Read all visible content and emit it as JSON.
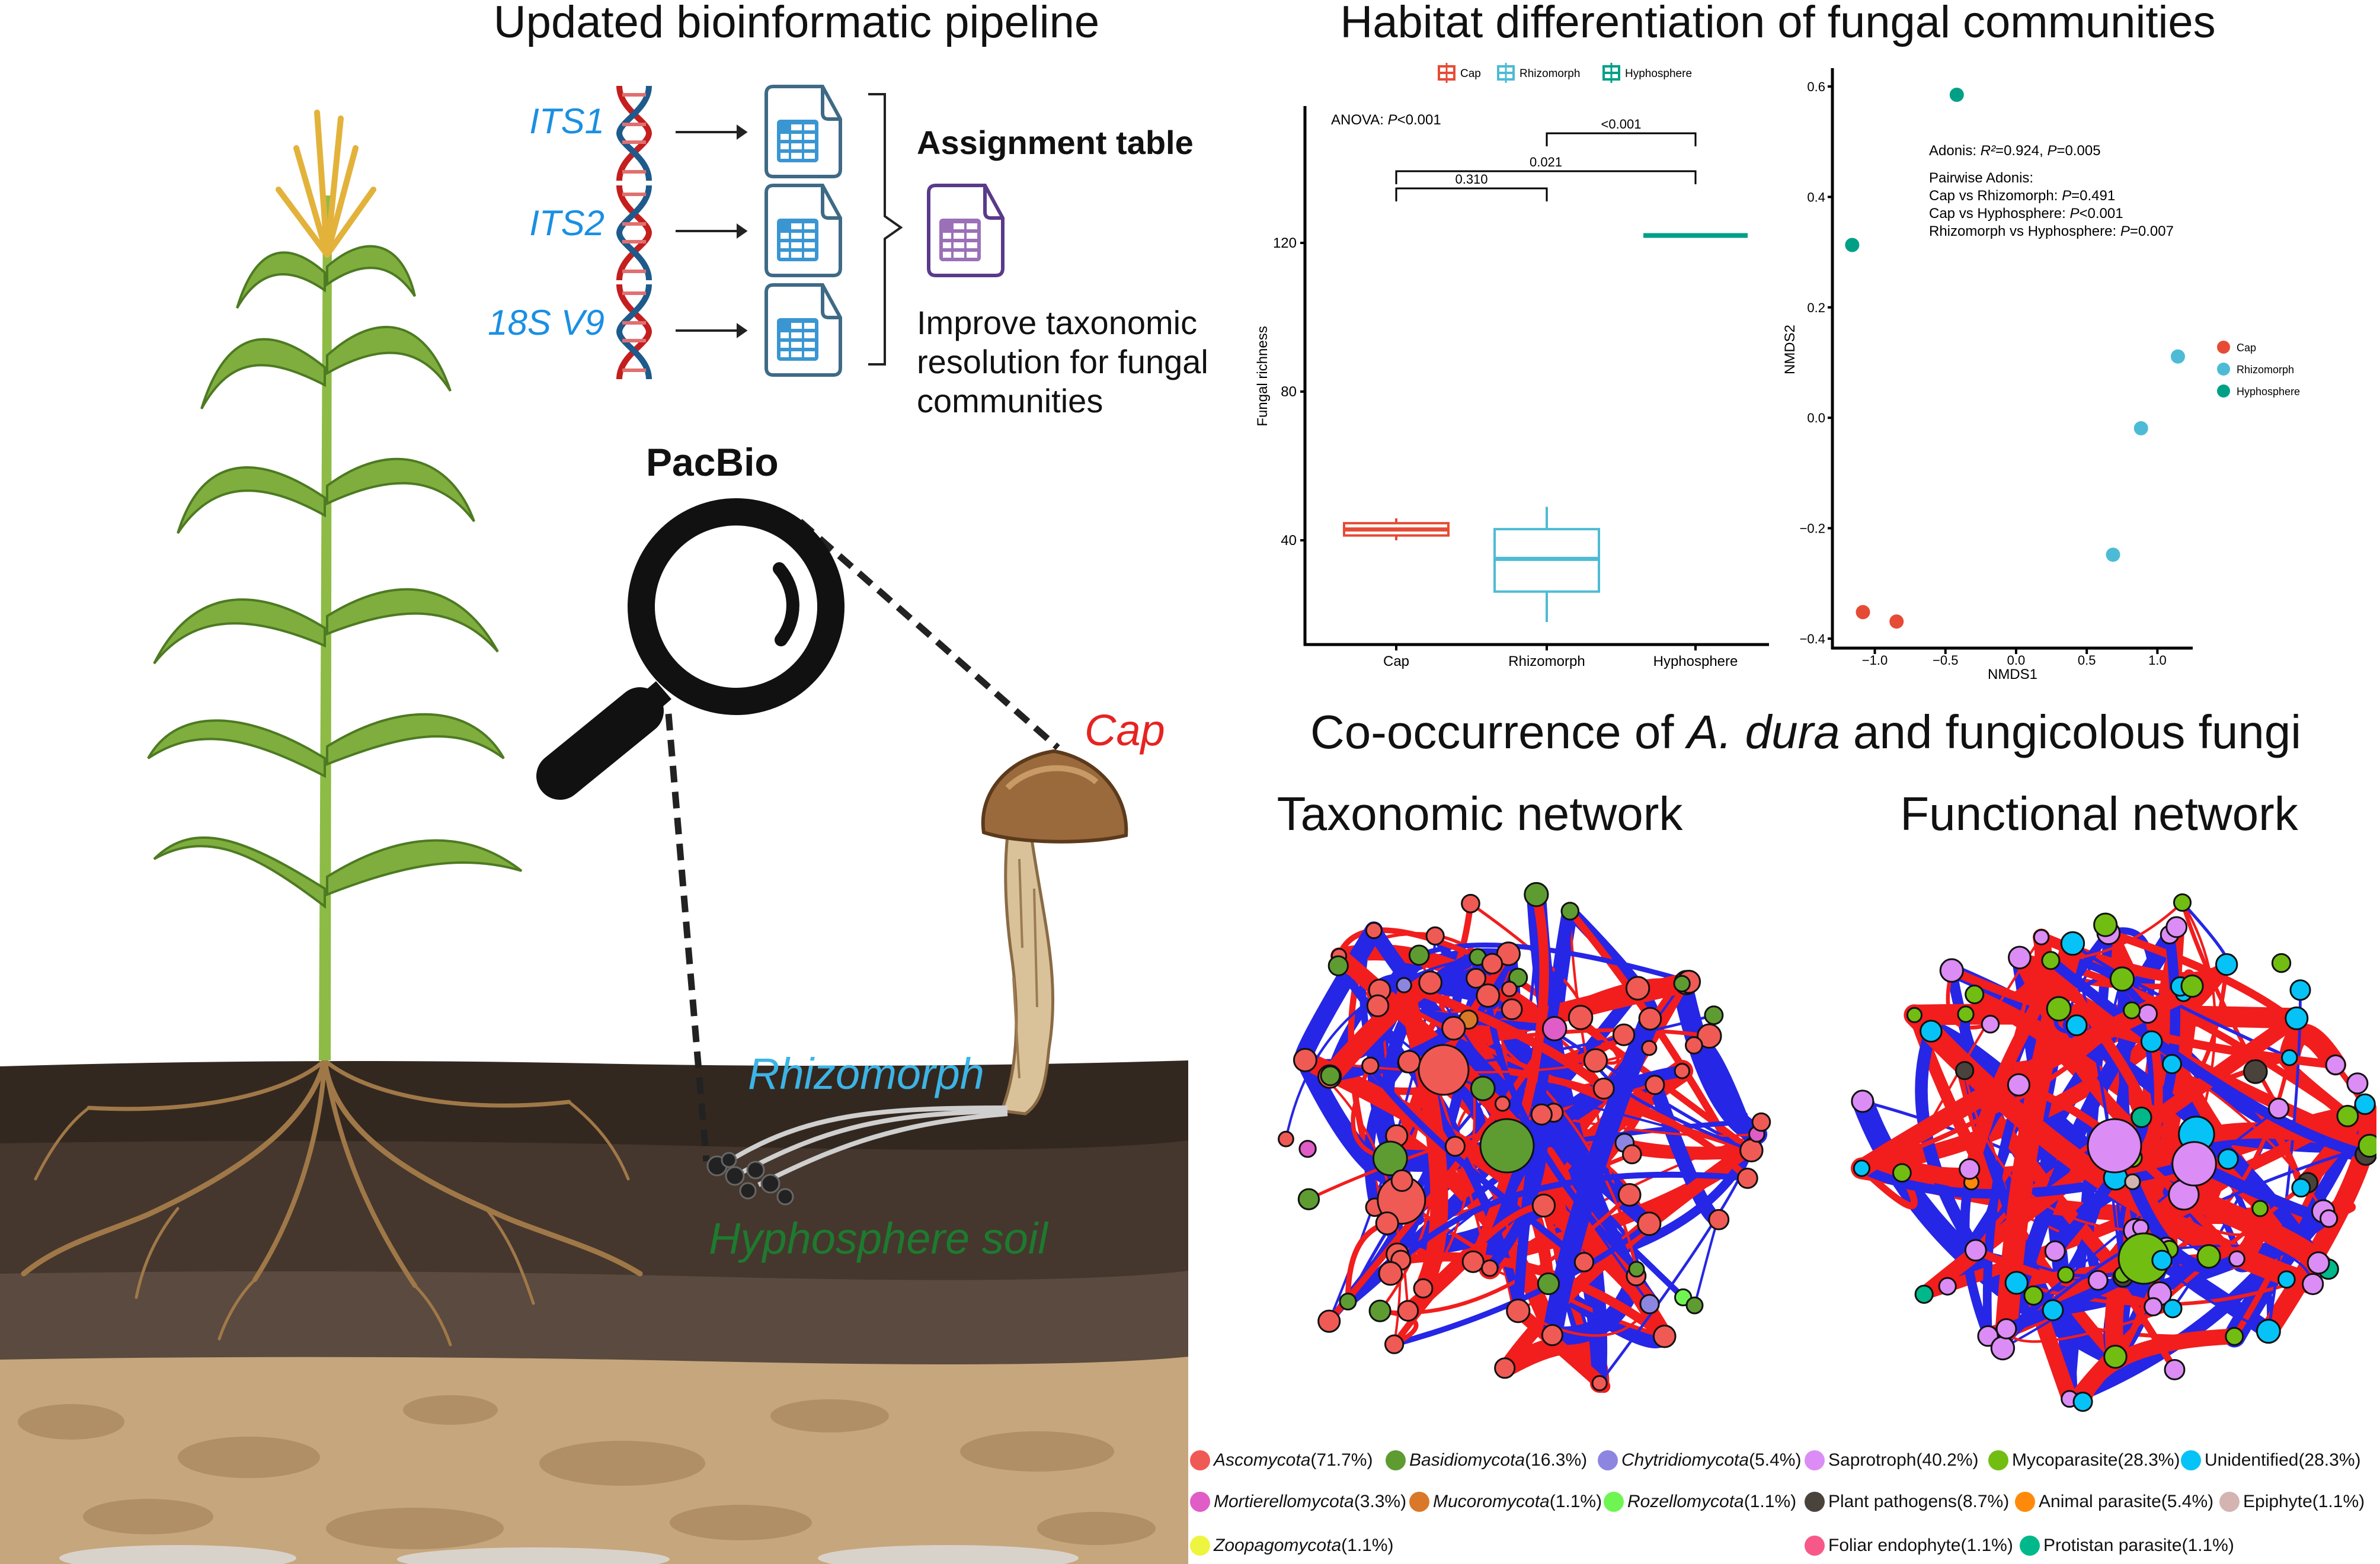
{
  "titles": {
    "pipeline": "Updated bioinformatic pipeline",
    "habitat": "Habitat differentiation of fungal communities",
    "cooccurrence_prefix": "Co-occurrence of ",
    "cooccurrence_species": "A. dura",
    "cooccurrence_suffix": " and fungicolous fungi",
    "taxonomic_network": "Taxonomic network",
    "functional_network": "Functional network"
  },
  "pipeline": {
    "markers": [
      "ITS1",
      "ITS2",
      "18S V9"
    ],
    "assignment_table": "Assignment table",
    "improve_lines": [
      "Improve taxonomic",
      "resolution for fungal",
      "communities"
    ]
  },
  "illustration": {
    "platform": "PacBio",
    "cap_label": "Cap",
    "rhizomorph_label": "Rhizomorph",
    "hyphosphere_label": "Hyphosphere soil",
    "colors": {
      "cap": "#e52421",
      "rhizomorph": "#3cb4e6",
      "hyphosphere": "#1d7a2f"
    }
  },
  "chart_data": [
    {
      "type": "box",
      "title": "",
      "xlabel": "",
      "ylabel": "Fungal richness",
      "categories": [
        "Cap",
        "Rhizomorph",
        "Hyphosphere"
      ],
      "legend": [
        "Cap",
        "Rhizomorph",
        "Hyphosphere"
      ],
      "legend_position": "top",
      "colors": [
        "#e64b35",
        "#4dbbd5",
        "#00a087"
      ],
      "boxes": [
        {
          "min": 40,
          "q1": 41.3,
          "median": 42.9,
          "q3": 44.6,
          "max": 45.9
        },
        {
          "min": 18,
          "q1": 26.2,
          "median": 35,
          "q3": 43,
          "max": 49
        },
        {
          "min": 122,
          "q1": 122,
          "median": 122,
          "q3": 122,
          "max": 122
        }
      ],
      "yticks": [
        40,
        80,
        120
      ],
      "ylim": [
        12,
        157
      ],
      "annotations": {
        "anova_prefix": "ANOVA: ",
        "anova_p": "P",
        "anova_value": "<0.001",
        "comparisons": [
          {
            "pair": [
              "Cap",
              "Rhizomorph"
            ],
            "label": "0.310"
          },
          {
            "pair": [
              "Cap",
              "Hyphosphere"
            ],
            "label": "0.021"
          },
          {
            "pair": [
              "Rhizomorph",
              "Hyphosphere"
            ],
            "label": "<0.001"
          }
        ]
      }
    },
    {
      "type": "scatter",
      "xlabel": "NMDS1",
      "ylabel": "NMDS2",
      "xlim": [
        -1.3,
        1.25
      ],
      "ylim": [
        -0.416,
        0.633
      ],
      "xticks": [
        -1.0,
        -0.5,
        0.0,
        0.5,
        1.0
      ],
      "xtick_labels": [
        "−1.0",
        "−0.5",
        "0.0",
        "0.5",
        "1.0"
      ],
      "yticks": [
        -0.4,
        -0.2,
        0.0,
        0.2,
        0.4,
        0.6
      ],
      "ytick_labels": [
        "−0.4",
        "−0.2",
        "0.0",
        "0.2",
        "0.4",
        "0.6"
      ],
      "legend_position": "right",
      "series": [
        {
          "name": "Cap",
          "color": "#e64b35",
          "points": [
            [
              -1.084,
              -0.352
            ],
            [
              -0.846,
              -0.369
            ]
          ]
        },
        {
          "name": "Rhizomorph",
          "color": "#4dbbd5",
          "points": [
            [
              1.145,
              0.111
            ],
            [
              0.884,
              -0.019
            ],
            [
              0.686,
              -0.248
            ]
          ]
        },
        {
          "name": "Hyphosphere",
          "color": "#00a087",
          "points": [
            [
              -0.42,
              0.585
            ],
            [
              -1.16,
              0.313
            ]
          ]
        }
      ],
      "annotations": {
        "adonis": [
          "Adonis: ",
          "R²",
          "=0.924, ",
          "P",
          "=0.005"
        ],
        "pairwise_title": "Pairwise Adonis:",
        "pairwise": [
          {
            "label": "Cap vs Rhizomorph: ",
            "p": "P",
            "value": "=0.491"
          },
          {
            "label": "Cap vs Hyphosphere: ",
            "p": "P",
            "value": "<0.001"
          },
          {
            "label": "Rhizomorph vs Hyphosphere: ",
            "p": "P",
            "value": "=0.007"
          }
        ]
      }
    }
  ],
  "networks": {
    "edge_colors": {
      "positive": "#f21d1d",
      "negative": "#2626e6"
    },
    "taxonomic_legend": [
      {
        "name": "Ascomycota",
        "pct": " (71.7%)",
        "color": "#f05a55",
        "share": 71.7
      },
      {
        "name": "Basidiomycota",
        "pct": " (16.3%)",
        "color": "#5e9c32",
        "share": 16.3
      },
      {
        "name": "Chytridiomycota",
        "pct": " (5.4%)",
        "color": "#8c86e0",
        "share": 5.4
      },
      {
        "name": "Mortierellomycota",
        "pct": " (3.3%)",
        "color": "#e05cc6",
        "share": 3.3
      },
      {
        "name": "Mucoromycota",
        "pct": " (1.1%)",
        "color": "#d97828",
        "share": 1.1
      },
      {
        "name": "Rozellomycota",
        "pct": " (1.1%)",
        "color": "#6ef552",
        "share": 1.1
      },
      {
        "name": "Zoopagomycota",
        "pct": " (1.1%)",
        "color": "#eef540",
        "share": 1.1
      }
    ],
    "functional_legend": [
      {
        "name": "Saprotroph",
        "pct": " (40.2%)",
        "color": "#dc8cf5",
        "share": 40.2
      },
      {
        "name": "Mycoparasite",
        "pct": " (28.3%)",
        "color": "#72bd12",
        "share": 28.3
      },
      {
        "name": "Unidentified",
        "pct": " (28.3%)",
        "color": "#05c3f7",
        "share": 28.3
      },
      {
        "name": "Plant pathogens",
        "pct": " (8.7%)",
        "color": "#4a433c",
        "share": 8.7
      },
      {
        "name": "Animal parasite",
        "pct": " (5.4%)",
        "color": "#ff8a0a",
        "share": 5.4
      },
      {
        "name": "Epiphyte",
        "pct": " (1.1%)",
        "color": "#d4b4b0",
        "share": 1.1
      },
      {
        "name": "Foliar endophyte",
        "pct": " (1.1%)",
        "color": "#f7588a",
        "share": 1.1
      },
      {
        "name": "Protistan parasite",
        "pct": " (1.1%)",
        "color": "#00b88a",
        "share": 1.1
      }
    ]
  }
}
